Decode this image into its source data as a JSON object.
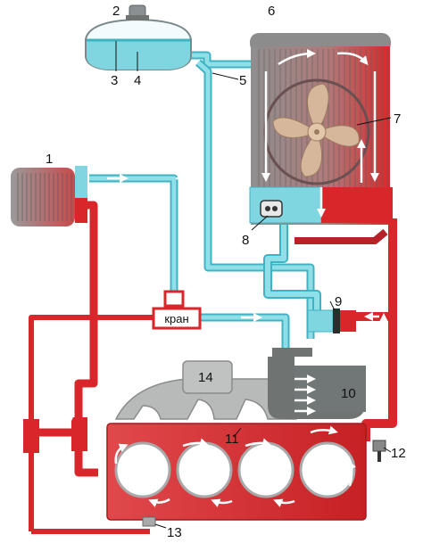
{
  "labels": {
    "radiator_heater": "1",
    "tank_cap": "2",
    "tank_level_mark": "3",
    "expansion_tank": "4",
    "vent_hose": "5",
    "radiator": "6",
    "fan": "7",
    "fan_sensor": "8",
    "thermostat": "9",
    "water_pump": "10",
    "engine_block": "11",
    "temp_sensor": "12",
    "drain_plug": "13",
    "intake_manifold": "14"
  },
  "valve_label": "кран",
  "colors": {
    "hot": "#d9262b",
    "cold": "#7fd6e0",
    "cold_dark": "#3fb3c4",
    "metal": "#a9aaaa",
    "dark_metal": "#6f7472",
    "fan_blade": "#d7b79b",
    "white_arrow": "#ffffff"
  }
}
